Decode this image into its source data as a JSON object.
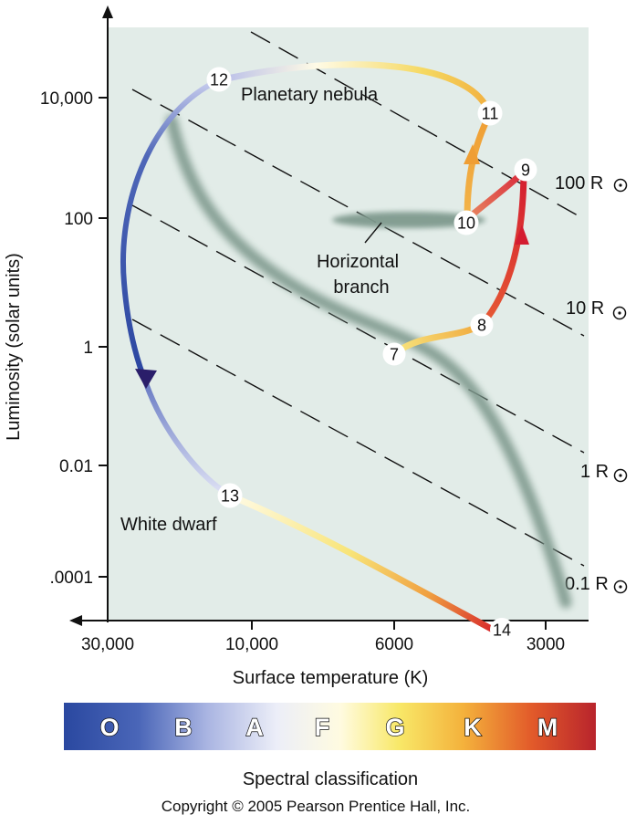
{
  "axes": {
    "y_title": "Luminosity (solar units)",
    "x_title": "Surface temperature (K)",
    "y_ticks": [
      "10,000",
      "100",
      "1",
      "0.01",
      ".0001"
    ],
    "x_ticks": [
      "30,000",
      "10,000",
      "6000",
      "3000"
    ]
  },
  "radius_lines": [
    "100 R",
    "10 R",
    "1 R",
    "0.1 R"
  ],
  "labels": {
    "planetary_nebula": "Planetary nebula",
    "horizontal_branch_line1": "Horizontal",
    "horizontal_branch_line2": "branch",
    "white_dwarf": "White dwarf"
  },
  "stages": [
    "7",
    "8",
    "9",
    "10",
    "11",
    "12",
    "13",
    "14"
  ],
  "spectral": {
    "classes": [
      "O",
      "B",
      "A",
      "F",
      "G",
      "K",
      "M"
    ],
    "title": "Spectral classification"
  },
  "copyright": "Copyright © 2005 Pearson Prentice Hall, Inc.",
  "colors": {
    "plot_bg": "#e2ece8",
    "main_sequence": "#7f9a8e",
    "blue": "#3953a8",
    "white": "#fffbe6",
    "yellow": "#f5d04a",
    "orange": "#f0a030",
    "red": "#d81e2c"
  }
}
